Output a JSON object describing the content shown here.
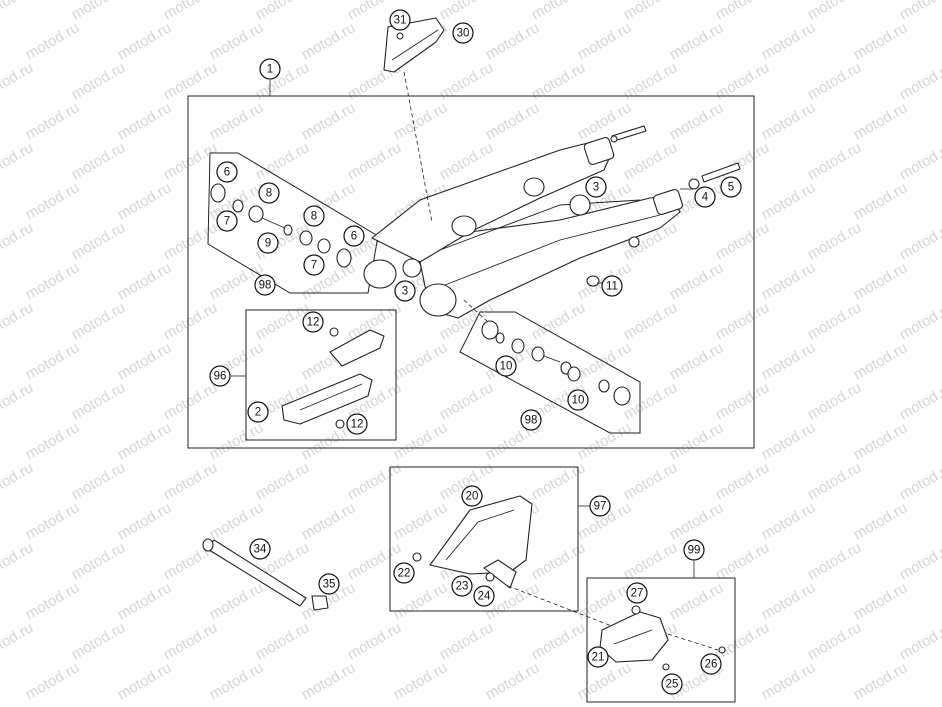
{
  "watermark": "motod.ru",
  "callouts": [
    {
      "id": "c1",
      "label": "1"
    },
    {
      "id": "c31",
      "label": "31"
    },
    {
      "id": "c30",
      "label": "30"
    },
    {
      "id": "c6a",
      "label": "6"
    },
    {
      "id": "c7a",
      "label": "7"
    },
    {
      "id": "c8a",
      "label": "8"
    },
    {
      "id": "c9",
      "label": "9"
    },
    {
      "id": "c8b",
      "label": "8"
    },
    {
      "id": "c6b",
      "label": "6"
    },
    {
      "id": "c7b",
      "label": "7"
    },
    {
      "id": "c98a",
      "label": "98"
    },
    {
      "id": "c3a",
      "label": "3"
    },
    {
      "id": "c4",
      "label": "4"
    },
    {
      "id": "c5",
      "label": "5"
    },
    {
      "id": "c3b",
      "label": "3"
    },
    {
      "id": "c11",
      "label": "11"
    },
    {
      "id": "c12a",
      "label": "12"
    },
    {
      "id": "c96",
      "label": "96"
    },
    {
      "id": "c2",
      "label": "2"
    },
    {
      "id": "c12b",
      "label": "12"
    },
    {
      "id": "c10a",
      "label": "10"
    },
    {
      "id": "c10b",
      "label": "10"
    },
    {
      "id": "c98b",
      "label": "98"
    },
    {
      "id": "c20",
      "label": "20"
    },
    {
      "id": "c97",
      "label": "97"
    },
    {
      "id": "c22",
      "label": "22"
    },
    {
      "id": "c23",
      "label": "23"
    },
    {
      "id": "c24",
      "label": "24"
    },
    {
      "id": "c34",
      "label": "34"
    },
    {
      "id": "c35",
      "label": "35"
    },
    {
      "id": "c99",
      "label": "99"
    },
    {
      "id": "c27",
      "label": "27"
    },
    {
      "id": "c21",
      "label": "21"
    },
    {
      "id": "c26",
      "label": "26"
    },
    {
      "id": "c25",
      "label": "25"
    }
  ]
}
